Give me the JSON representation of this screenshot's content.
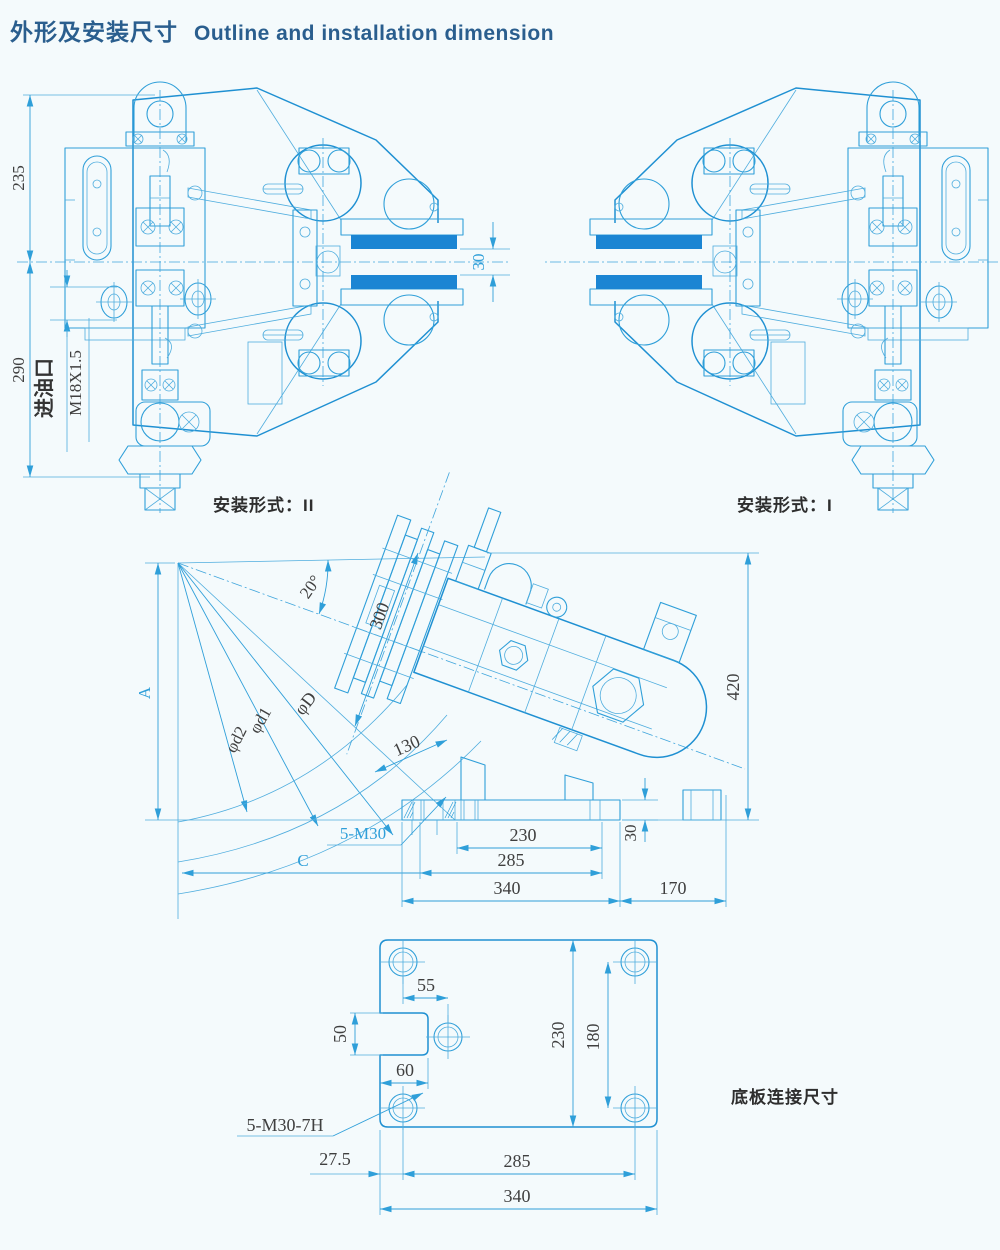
{
  "title": {
    "cn": "外形及安装尺寸",
    "en": "Outline and installation dimension"
  },
  "captions": {
    "left_view": "安装形式：II",
    "right_view": "安装形式：I",
    "base_plate": "底板连接尺寸"
  },
  "view_left": {
    "dim_height_top": "235",
    "dim_height_bottom": "290",
    "dim_disc_gap": "30",
    "oil_port_cn": "进油口",
    "oil_port_thread": "M18X1.5"
  },
  "view_middle": {
    "angle": "20°",
    "disc_width": "300",
    "dim_a": "A",
    "dia_outer": "φD",
    "dia_1": "φd1",
    "dia_2": "φd2",
    "offset_130": "130",
    "bolt_spec": "5-M30",
    "dim_c": "C",
    "len_230": "230",
    "len_285": "285",
    "len_340": "340",
    "len_170": "170",
    "height_420": "420",
    "plate_thickness": "30"
  },
  "view_bottom": {
    "len_55": "55",
    "len_50": "50",
    "len_60": "60",
    "len_230": "230",
    "len_180": "180",
    "bolt_spec": "5-M30-7H",
    "len_27_5": "27.5",
    "len_285": "285",
    "len_340": "340"
  },
  "colors": {
    "line": "#2f9fd9",
    "pad_fill": "#1b85d3",
    "title_text": "#2a5e8e",
    "dim_text": "#3f3f3f",
    "background": "#f4fafc"
  }
}
